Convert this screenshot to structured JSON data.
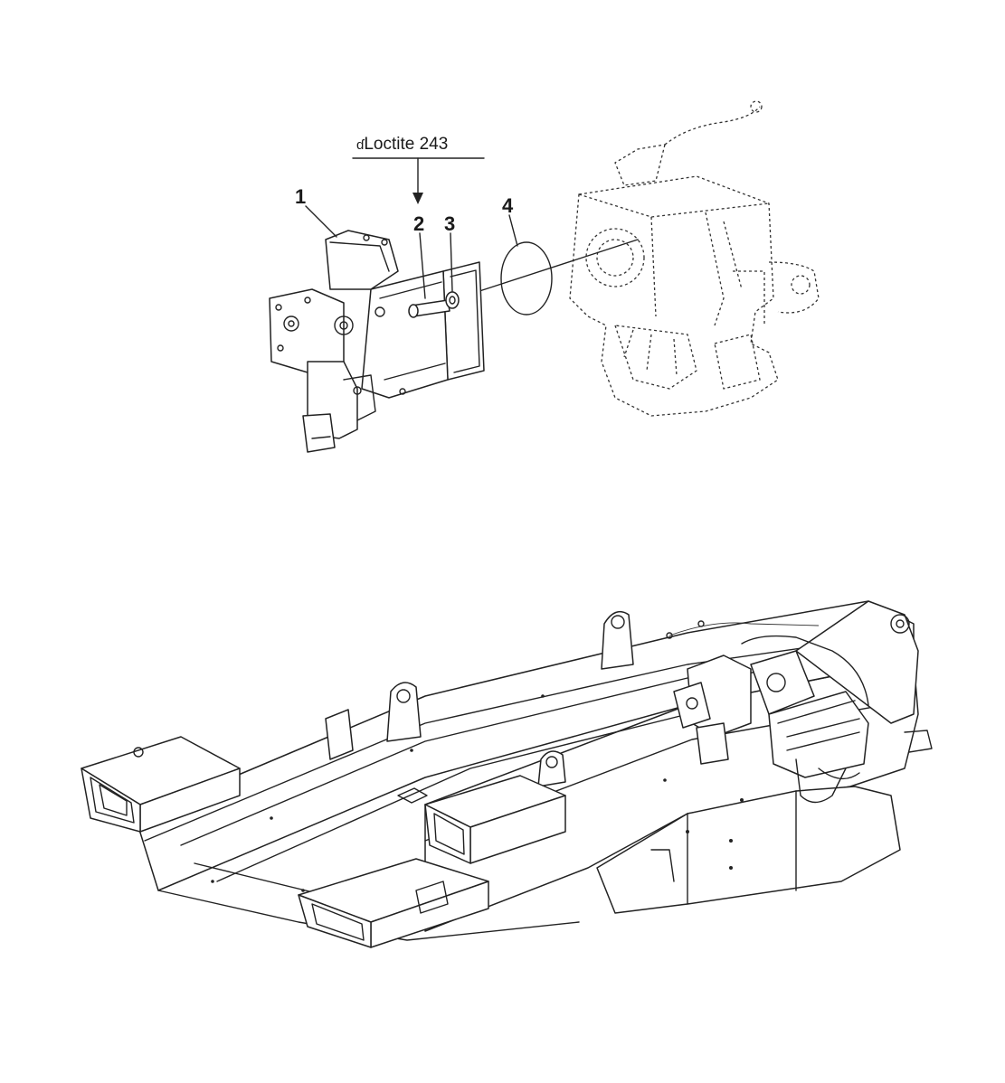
{
  "callouts": [
    {
      "id": "1",
      "label": "1"
    },
    {
      "id": "2",
      "label": "2"
    },
    {
      "id": "3",
      "label": "3"
    },
    {
      "id": "4",
      "label": "4"
    }
  ],
  "note": {
    "symbol": "ɗ",
    "text": "Loctite 243"
  },
  "colors": {
    "line": "#222222",
    "background": "#ffffff"
  }
}
